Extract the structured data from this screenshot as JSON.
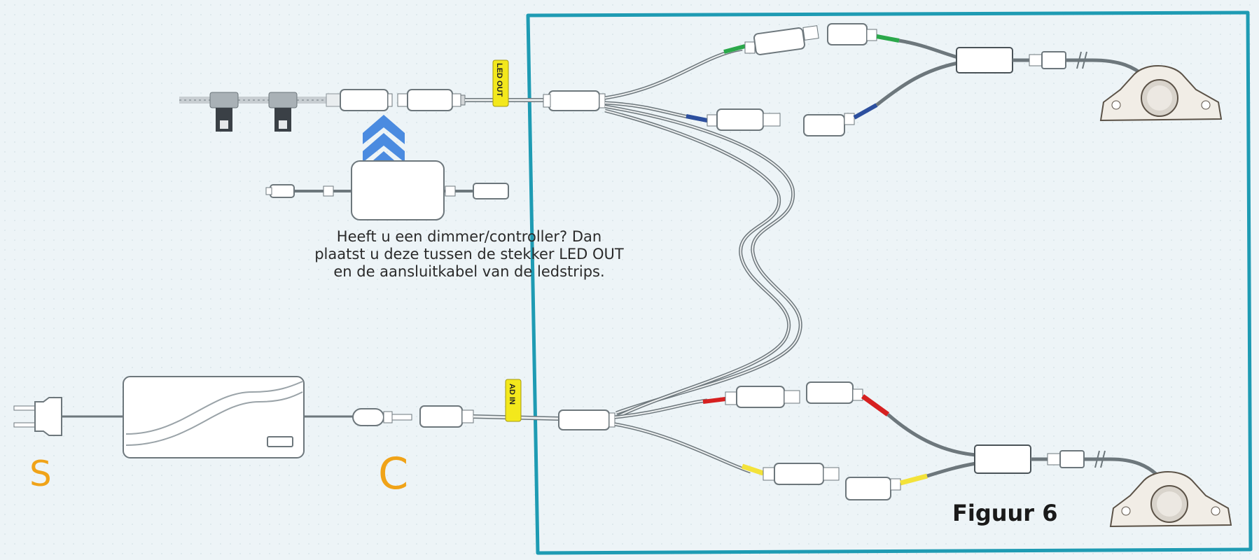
{
  "labels": {
    "led_out": "LED OUT",
    "ad_in": "AD IN"
  },
  "caption": {
    "line1": "Heeft u een dimmer/controller? Dan",
    "line2": "plaatst u deze tussen de stekker LED OUT",
    "line3": "en de aansluitkabel van de ledstrips."
  },
  "figure_title": "Figuur 6",
  "hand_letters": {
    "s": "S",
    "c": "C"
  },
  "colors": {
    "frame": "#1e9bb3",
    "green": "#2aa84a",
    "blue": "#2c4f9e",
    "red": "#d62020",
    "yellow": "#f3e23a",
    "arrow": "#4b8be0",
    "hand": "#f0a318",
    "label_bg": "#f3e81c"
  }
}
